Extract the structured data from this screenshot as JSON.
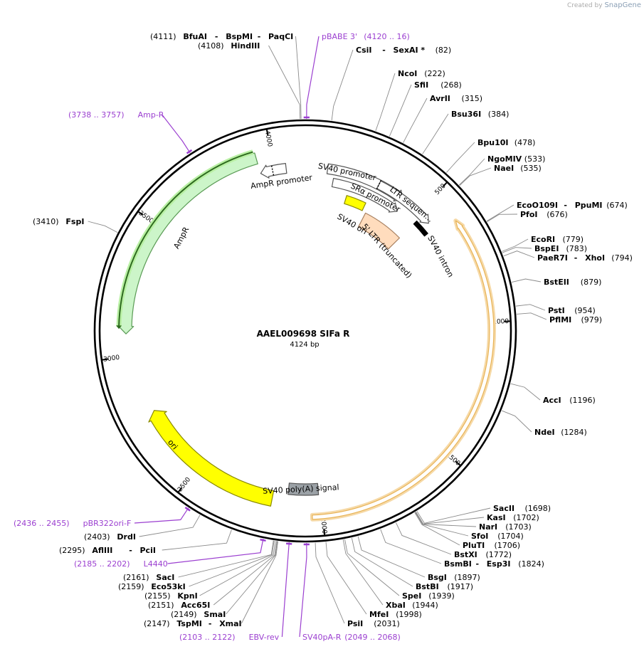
{
  "brand": {
    "prefix": "Created by",
    "name": "SnapGene"
  },
  "plasmid": {
    "name": "AAEL009698 SIFa R",
    "length_label": "4124 bp",
    "length_bp": 4124
  },
  "ticks": [
    {
      "bp": 500,
      "label": "500"
    },
    {
      "bp": 1000,
      "label": "1000"
    },
    {
      "bp": 1500,
      "label": "1500"
    },
    {
      "bp": 2000,
      "label": "2000"
    },
    {
      "bp": 2500,
      "label": "2500"
    },
    {
      "bp": 3000,
      "label": "3000"
    },
    {
      "bp": 3500,
      "label": "3500"
    },
    {
      "bp": 4000,
      "label": "4000"
    }
  ],
  "features": [
    {
      "id": "orf",
      "label": "",
      "start": 616,
      "end": 2037,
      "color": "#ffffff",
      "outline": "#e8b356"
    },
    {
      "id": "ampr",
      "label": "AmpR",
      "start": 3082,
      "end": 3942,
      "color": "#ccf5c9",
      "outline": "#5a9a55"
    },
    {
      "id": "ampr-promoter",
      "label": "AmpR promoter",
      "start": 3943,
      "end": 4047,
      "color": "#ffffff",
      "outline": "#555555"
    },
    {
      "id": "sv40-promoter",
      "label": "SV40 promoter",
      "start": 90,
      "end": 420,
      "color": "#ffffff",
      "outline": "#555555"
    },
    {
      "id": "ltr-seq",
      "label": "LTR sequen...",
      "start": 306,
      "end": 560,
      "color": "#ffffff",
      "outline": "#555555"
    },
    {
      "id": "sra-promoter",
      "label": "SRα promoter",
      "start": 120,
      "end": 430,
      "color": "#ffffff",
      "outline": "#555555"
    },
    {
      "id": "sv40-ori",
      "label": "SV40 ori",
      "start": 195,
      "end": 290,
      "color": "#ffff00",
      "outline": "#8a8a00"
    },
    {
      "id": "ltr5",
      "label": "5' LTR (truncated)",
      "start": 310,
      "end": 520,
      "color": "#ffdcbd",
      "outline": "#a88060"
    },
    {
      "id": "sv40-intron",
      "label": "SV40 intron",
      "start": 520,
      "end": 590,
      "color": "#000000",
      "outline": "#000000"
    },
    {
      "id": "ori",
      "label": "ori",
      "start": 2190,
      "end": 2775,
      "color": "#ffff00",
      "outline": "#8a8a00"
    },
    {
      "id": "polya",
      "label": "SV40 poly(A) signal",
      "start": 2009,
      "end": 2131,
      "color": "#9ba1a6",
      "outline": "#555555"
    }
  ],
  "sites": [
    {
      "id": "bfuai",
      "text_pre": "(4111)",
      "parts": [
        "BfuAI",
        "BspMI",
        "PaqCI"
      ],
      "text_post": "",
      "bp": 4111,
      "primer": false
    },
    {
      "id": "hindiii",
      "text_pre": "(4108)",
      "parts": [
        "HindIII"
      ],
      "text_post": "",
      "bp": 4108,
      "primer": false
    },
    {
      "id": "pbabe",
      "text_pre": "",
      "parts": [
        "pBABE 3'"
      ],
      "text_post": "(4120 .. 16)",
      "bp": 4,
      "primer": true
    },
    {
      "id": "csii",
      "text_pre": "",
      "parts": [
        "CsiI",
        "SexAI *"
      ],
      "text_post": "(82)",
      "bp": 82,
      "primer": false
    },
    {
      "id": "ncoi",
      "text_pre": "",
      "parts": [
        "NcoI"
      ],
      "text_post": "(222)",
      "bp": 222,
      "primer": false
    },
    {
      "id": "sfii",
      "text_pre": "",
      "parts": [
        "SfiI"
      ],
      "text_post": "(268)",
      "bp": 268,
      "primer": false
    },
    {
      "id": "avrii",
      "text_pre": "",
      "parts": [
        "AvrII"
      ],
      "text_post": "(315)",
      "bp": 315,
      "primer": false
    },
    {
      "id": "bsu36i",
      "text_pre": "",
      "parts": [
        "Bsu36I"
      ],
      "text_post": "(384)",
      "bp": 384,
      "primer": false
    },
    {
      "id": "bpu10i",
      "text_pre": "",
      "parts": [
        "Bpu10I"
      ],
      "text_post": "(478)",
      "bp": 478,
      "primer": false
    },
    {
      "id": "ngomiv",
      "text_pre": "",
      "parts": [
        "NgoMIV"
      ],
      "text_post": "(533)",
      "bp": 533,
      "primer": false
    },
    {
      "id": "naei",
      "text_pre": "",
      "parts": [
        "NaeI"
      ],
      "text_post": "(535)",
      "bp": 535,
      "primer": false
    },
    {
      "id": "eco0109i",
      "text_pre": "",
      "parts": [
        "EcoO109I",
        "PpuMI"
      ],
      "text_post": "(674)",
      "bp": 674,
      "primer": false
    },
    {
      "id": "pfoi",
      "text_pre": "",
      "parts": [
        "PfoI"
      ],
      "text_post": "(676)",
      "bp": 676,
      "primer": false
    },
    {
      "id": "ecori",
      "text_pre": "",
      "parts": [
        "EcoRI"
      ],
      "text_post": "(779)",
      "bp": 779,
      "primer": false
    },
    {
      "id": "bspei",
      "text_pre": "",
      "parts": [
        "BspEI"
      ],
      "text_post": "(783)",
      "bp": 783,
      "primer": false
    },
    {
      "id": "paer7i",
      "text_pre": "",
      "parts": [
        "PaeR7I",
        "XhoI"
      ],
      "text_post": "(794)",
      "bp": 794,
      "primer": false
    },
    {
      "id": "bsteii",
      "text_pre": "",
      "parts": [
        "BstEII"
      ],
      "text_post": "(879)",
      "bp": 879,
      "primer": false
    },
    {
      "id": "psti",
      "text_pre": "",
      "parts": [
        "PstI"
      ],
      "text_post": "(954)",
      "bp": 954,
      "primer": false
    },
    {
      "id": "pflmi",
      "text_pre": "",
      "parts": [
        "PflMI"
      ],
      "text_post": "(979)",
      "bp": 979,
      "primer": false
    },
    {
      "id": "acci",
      "text_pre": "",
      "parts": [
        "AccI"
      ],
      "text_post": "(1196)",
      "bp": 1196,
      "primer": false
    },
    {
      "id": "ndei",
      "text_pre": "",
      "parts": [
        "NdeI"
      ],
      "text_post": "(1284)",
      "bp": 1284,
      "primer": false
    },
    {
      "id": "sacii",
      "text_pre": "",
      "parts": [
        "SacII"
      ],
      "text_post": "(1698)",
      "bp": 1698,
      "primer": false
    },
    {
      "id": "kasi",
      "text_pre": "",
      "parts": [
        "KasI"
      ],
      "text_post": "(1702)",
      "bp": 1702,
      "primer": false
    },
    {
      "id": "nari",
      "text_pre": "",
      "parts": [
        "NarI"
      ],
      "text_post": "(1703)",
      "bp": 1703,
      "primer": false
    },
    {
      "id": "sfoi",
      "text_pre": "",
      "parts": [
        "SfoI"
      ],
      "text_post": "(1704)",
      "bp": 1704,
      "primer": false
    },
    {
      "id": "pluti",
      "text_pre": "",
      "parts": [
        "PluTI"
      ],
      "text_post": "(1706)",
      "bp": 1706,
      "primer": false
    },
    {
      "id": "bstxi",
      "text_pre": "",
      "parts": [
        "BstXI"
      ],
      "text_post": "(1772)",
      "bp": 1772,
      "primer": false
    },
    {
      "id": "bsmbi",
      "text_pre": "",
      "parts": [
        "BsmBI",
        "Esp3I"
      ],
      "text_post": "(1824)",
      "bp": 1824,
      "primer": false
    },
    {
      "id": "bsgi",
      "text_pre": "",
      "parts": [
        "BsgI"
      ],
      "text_post": "(1897)",
      "bp": 1897,
      "primer": false
    },
    {
      "id": "bstbi",
      "text_pre": "",
      "parts": [
        "BstBI"
      ],
      "text_post": "(1917)",
      "bp": 1917,
      "primer": false
    },
    {
      "id": "spei",
      "text_pre": "",
      "parts": [
        "SpeI"
      ],
      "text_post": "(1939)",
      "bp": 1939,
      "primer": false
    },
    {
      "id": "xbai",
      "text_pre": "",
      "parts": [
        "XbaI"
      ],
      "text_post": "(1944)",
      "bp": 1944,
      "primer": false
    },
    {
      "id": "mfei",
      "text_pre": "",
      "parts": [
        "MfeI"
      ],
      "text_post": "(1998)",
      "bp": 1998,
      "primer": false
    },
    {
      "id": "psii",
      "text_pre": "",
      "parts": [
        "PsiI"
      ],
      "text_post": "(2031)",
      "bp": 2031,
      "primer": false
    },
    {
      "id": "sv40pa-r",
      "text_pre": "",
      "parts": [
        "SV40pA-R"
      ],
      "text_post": "(2049 .. 2068)",
      "bp": 2058,
      "primer": true
    },
    {
      "id": "ebv-rev",
      "text_pre": "(2103 .. 2122)",
      "parts": [
        "EBV-rev"
      ],
      "text_post": "",
      "bp": 2112,
      "primer": true
    },
    {
      "id": "tspmi",
      "text_pre": "(2147)",
      "parts": [
        "TspMI",
        "XmaI"
      ],
      "text_post": "",
      "bp": 2147,
      "primer": false
    },
    {
      "id": "smai",
      "text_pre": "(2149)",
      "parts": [
        "SmaI"
      ],
      "text_post": "",
      "bp": 2149,
      "primer": false
    },
    {
      "id": "acc65i",
      "text_pre": "(2151)",
      "parts": [
        "Acc65I"
      ],
      "text_post": "",
      "bp": 2151,
      "primer": false
    },
    {
      "id": "kpni",
      "text_pre": "(2155)",
      "parts": [
        "KpnI"
      ],
      "text_post": "",
      "bp": 2155,
      "primer": false
    },
    {
      "id": "eco53ki",
      "text_pre": "(2159)",
      "parts": [
        "Eco53kI"
      ],
      "text_post": "",
      "bp": 2159,
      "primer": false
    },
    {
      "id": "saci",
      "text_pre": "(2161)",
      "parts": [
        "SacI"
      ],
      "text_post": "",
      "bp": 2161,
      "primer": false
    },
    {
      "id": "l4440",
      "text_pre": "(2185 .. 2202)",
      "parts": [
        "L4440"
      ],
      "text_post": "",
      "bp": 2193,
      "primer": true
    },
    {
      "id": "afliii",
      "text_pre": "(2295)",
      "parts": [
        "AflIII",
        "PciI"
      ],
      "text_post": "",
      "bp": 2295,
      "primer": false
    },
    {
      "id": "drdi",
      "text_pre": "(2403)",
      "parts": [
        "DrdI"
      ],
      "text_post": "",
      "bp": 2403,
      "primer": false
    },
    {
      "id": "pbr322ori",
      "text_pre": "(2436 .. 2455)",
      "parts": [
        "pBR322ori-F"
      ],
      "text_post": "",
      "bp": 2445,
      "primer": true
    },
    {
      "id": "fspi",
      "text_pre": "(3410)",
      "parts": [
        "FspI"
      ],
      "text_post": "",
      "bp": 3410,
      "primer": false
    },
    {
      "id": "amp-r",
      "text_pre": "(3738 .. 3757)",
      "parts": [
        "Amp-R"
      ],
      "text_post": "",
      "bp": 3747,
      "primer": true
    }
  ]
}
